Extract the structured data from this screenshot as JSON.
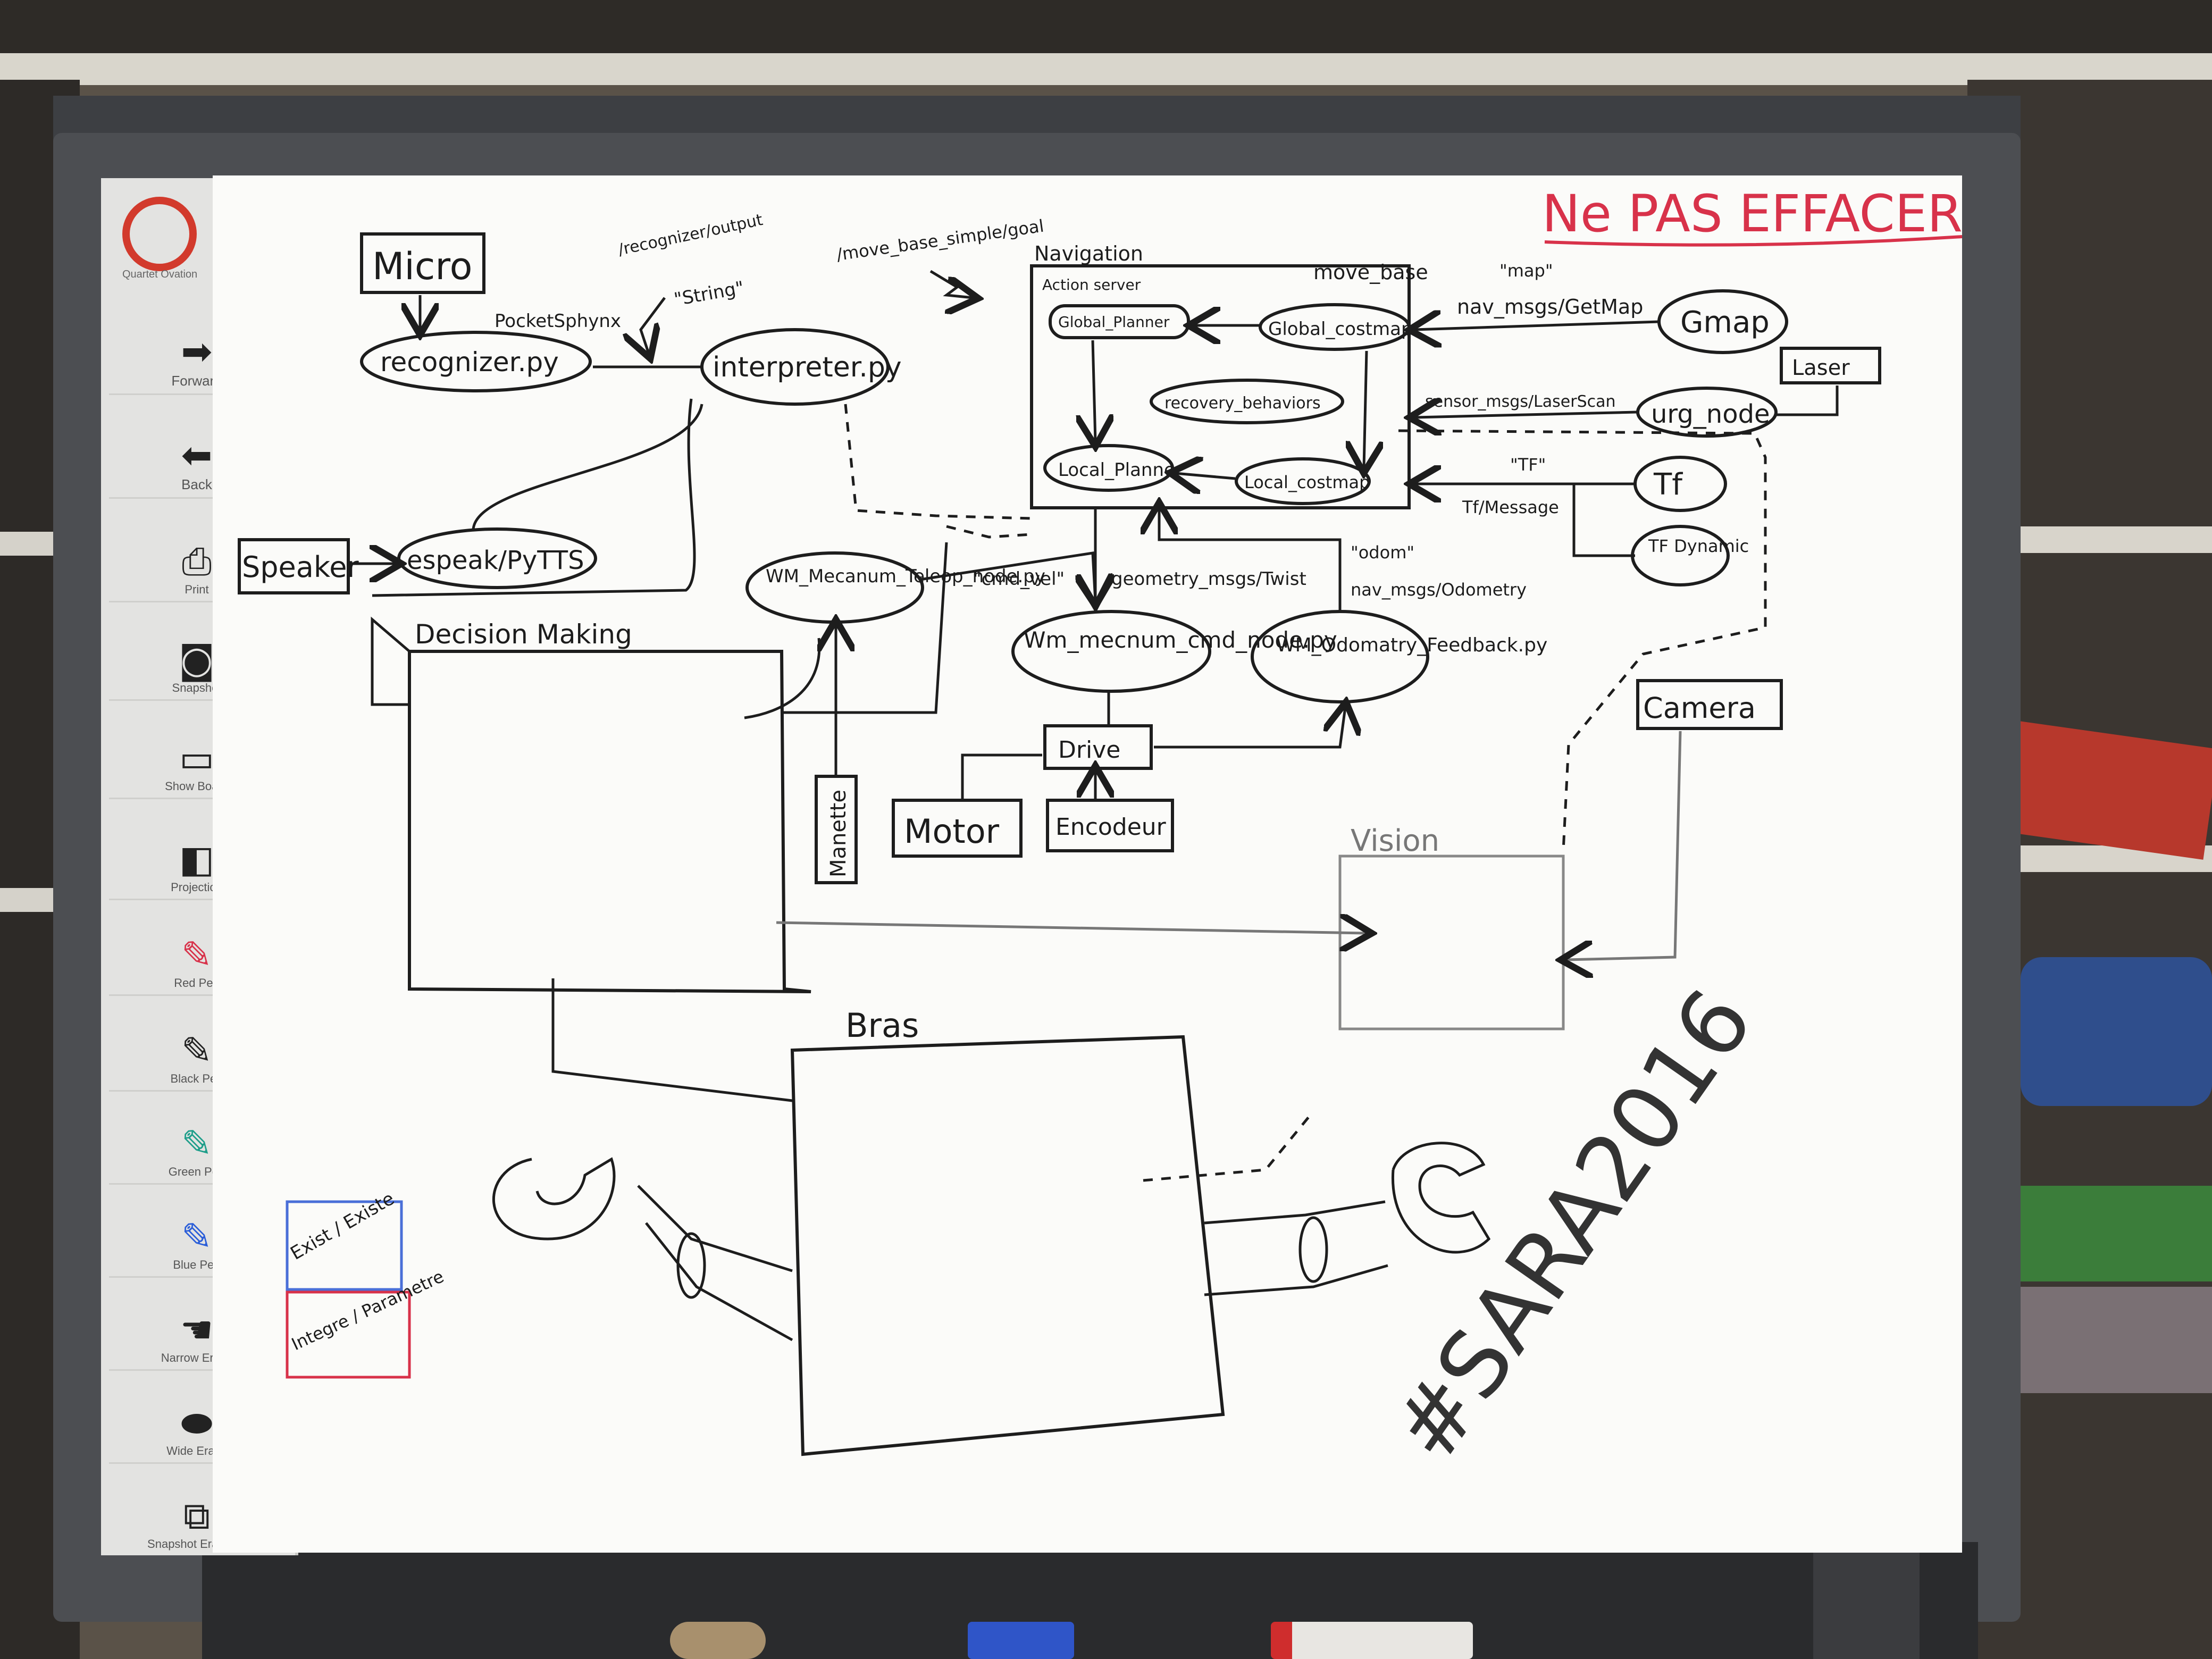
{
  "toolbar": {
    "brand": "Quartet Ovation",
    "items": [
      {
        "label": "Forward",
        "icon": "arrow-right-icon"
      },
      {
        "label": "Back",
        "icon": "arrow-left-icon"
      },
      {
        "label": "Print",
        "icon": "printer-icon"
      },
      {
        "label": "Snapshot",
        "icon": "camera-icon"
      },
      {
        "label": "Show Board",
        "icon": "monitor-icon"
      },
      {
        "label": "Projection",
        "icon": "projector-icon"
      },
      {
        "label": "Red Pen",
        "icon": "red-pen-icon"
      },
      {
        "label": "Black Pen",
        "icon": "black-pen-icon"
      },
      {
        "label": "Green Pen",
        "icon": "green-pen-icon"
      },
      {
        "label": "Blue Pen",
        "icon": "blue-pen-icon"
      },
      {
        "label": "Narrow Erase",
        "icon": "narrow-eraser-icon"
      },
      {
        "label": "Wide Erase",
        "icon": "wide-eraser-icon"
      },
      {
        "label": "Snapshot Erase All",
        "icon": "erase-all-icon"
      }
    ]
  },
  "header_note": "Ne PAS EFFACER",
  "nodes": {
    "micro": "Micro",
    "pocketsphinx": "PocketSphynx",
    "recognizer": "recognizer.py",
    "interpreter": "interpreter.py",
    "speaker": "Speaker",
    "espeak": "espeak/PyTTS",
    "teleop": "WM_Mecanum_Teleop_node.py",
    "cmd_node": "Wm_mecnum_cmd_node.py",
    "odometry": "WM_Odomatry_Feedback.py",
    "drive": "Drive",
    "motor": "Motor",
    "encodeur": "Encodeur",
    "manette": "Manette",
    "navigation": "Navigation",
    "move_base": "move_base",
    "action_server": "Action server",
    "global_planner": "Global_Planner",
    "global_costmap": "Global_costmap",
    "recovery": "recovery_behaviors",
    "local_planner": "Local_Planner",
    "local_costmap": "Local_costmap",
    "gmap": "Gmap",
    "laser": "Laser",
    "urg_node": "urg_node",
    "tf": "Tf",
    "tf_dynamic": "TF Dynamic",
    "camera": "Camera",
    "decision_making": "Decision Making",
    "vision": "Vision",
    "bras": "Bras"
  },
  "edges": {
    "recognizer_output": "/recognizer/output",
    "string": "\"String\"",
    "move_base_goal": "/move_base_simple/goal",
    "map": "\"map\"",
    "getmap": "nav_msgs/GetMap",
    "laserscan": "sensor_msgs/LaserScan",
    "tf": "\"TF\"",
    "tfmessage": "Tf/Message",
    "odom": "\"odom\"",
    "odometry_msg": "nav_msgs/Odometry",
    "cmd_vel": "\"cmd_vel\"",
    "twist": "geometry_msgs/Twist"
  },
  "legend": {
    "existe": "Exist / Existe",
    "integre": "Integre / Parametre"
  },
  "signature": "#SARA2016",
  "colors": {
    "ink": "#1d1d1d",
    "red_ink": "#d8324a",
    "blue_ink": "#3a4fc8",
    "board": "#fbfbf9",
    "frame": "#4c4e52"
  }
}
